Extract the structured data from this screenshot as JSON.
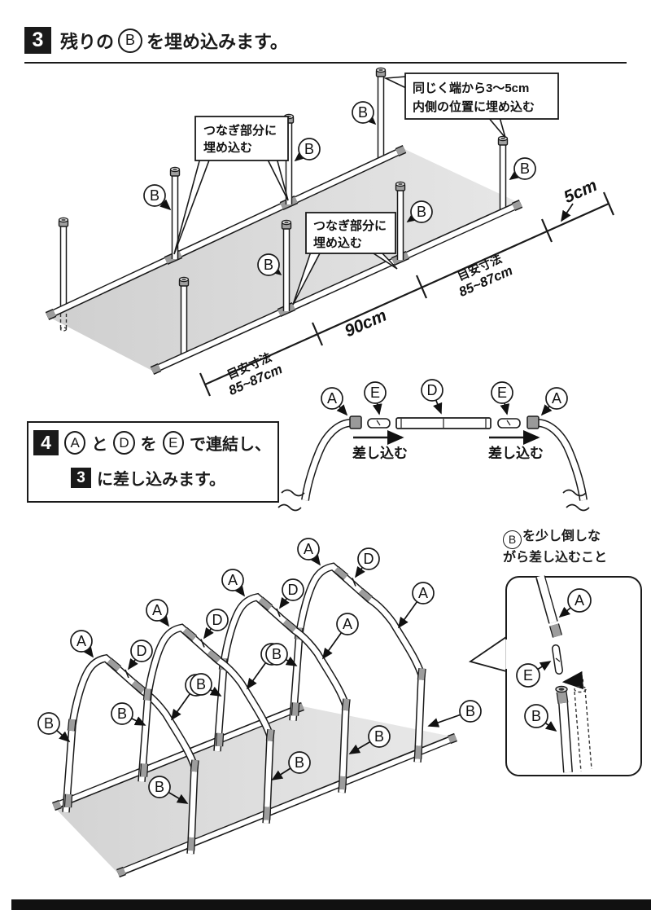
{
  "parts": {
    "a": "A",
    "b": "B",
    "d": "D",
    "e": "E"
  },
  "step3": {
    "number": "3",
    "title_pre": "残りの",
    "title_part": "B",
    "title_post": "を埋め込みます。",
    "callout_joint_l1": "つなぎ部分に",
    "callout_joint_l2": "埋め込む",
    "callout_edge_l1": "同じく端から3〜5cm",
    "callout_edge_l2": "内側の位置に埋め込む",
    "dim_guide": "目安寸法",
    "dim_guide_value": "85~87cm",
    "dim_span": "90cm",
    "dim_edge": "5cm"
  },
  "step4": {
    "number": "4",
    "t_a": "A",
    "t_and": "と",
    "t_d": "D",
    "t_wo": "を",
    "t_e": "E",
    "t_tail": "で連結し、",
    "t_ref": "3",
    "t_tail2": "に差し込みます。",
    "insert": "差し込む",
    "note_part": "B",
    "note_l1": "を少し倒しな",
    "note_l2": "がら差し込むこと"
  }
}
